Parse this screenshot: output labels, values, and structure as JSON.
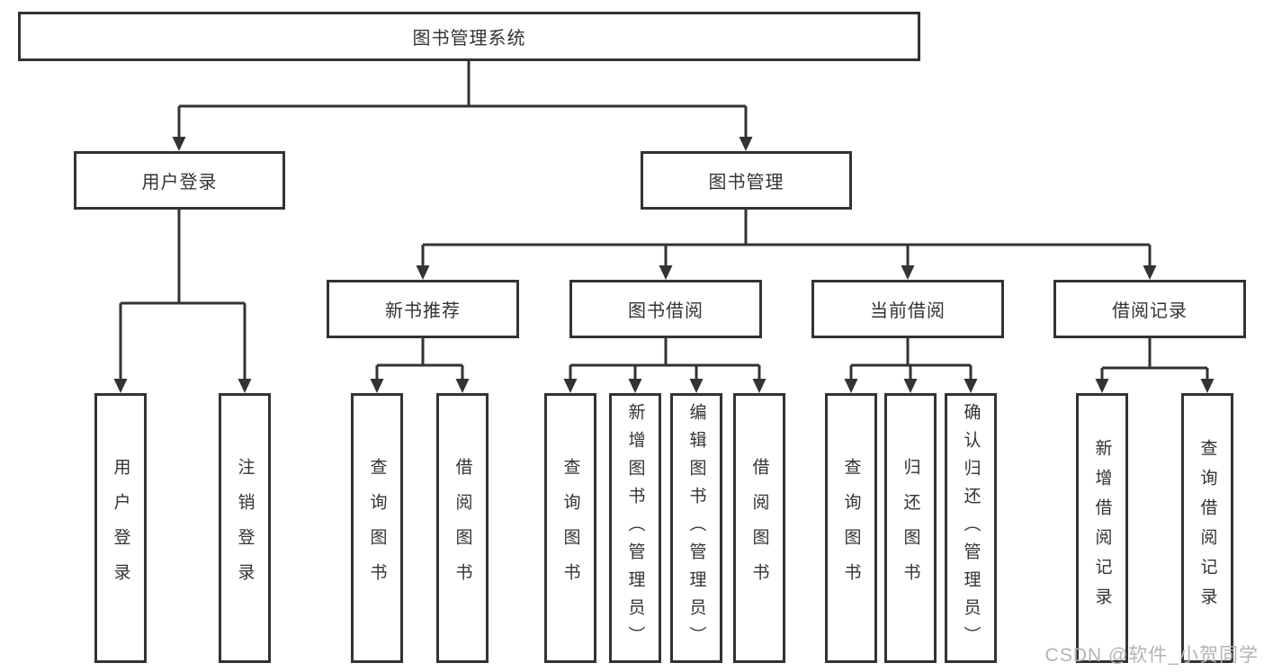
{
  "tree": {
    "label": "图书管理系统",
    "children": [
      {
        "id": "user-login-group",
        "label": "用户登录",
        "children": [
          {
            "id": "user-login",
            "label": "用户登录"
          },
          {
            "id": "logout",
            "label": "注销登录"
          }
        ]
      },
      {
        "id": "book-mgmt-group",
        "label": "图书管理",
        "children": [
          {
            "id": "new-book-rec",
            "label": "新书推荐",
            "children": [
              {
                "id": "nbr-query",
                "label": "查询图书"
              },
              {
                "id": "nbr-borrow",
                "label": "借阅图书"
              }
            ]
          },
          {
            "id": "book-borrow",
            "label": "图书借阅",
            "children": [
              {
                "id": "bb-query",
                "label": "查询图书"
              },
              {
                "id": "bb-add",
                "label": "新增图书（管理员）"
              },
              {
                "id": "bb-edit",
                "label": "编辑图书（管理员）"
              },
              {
                "id": "bb-borrow",
                "label": "借阅图书"
              }
            ]
          },
          {
            "id": "current-borrow",
            "label": "当前借阅",
            "children": [
              {
                "id": "cb-query",
                "label": "查询图书"
              },
              {
                "id": "cb-return",
                "label": "归还图书"
              },
              {
                "id": "cb-confirm",
                "label": "确认归还（管理员）"
              }
            ]
          },
          {
            "id": "borrow-records",
            "label": "借阅记录",
            "children": [
              {
                "id": "br-add",
                "label": "新增借阅记录"
              },
              {
                "id": "br-query",
                "label": "查询借阅记录"
              }
            ]
          }
        ]
      }
    ]
  },
  "watermark": {
    "text": "CSDN @软件_小贺同学"
  },
  "colors": {
    "line": "#333333",
    "box_border": "#333333",
    "text": "#333333",
    "watermark": "#b3b3b3",
    "background": "#ffffff"
  }
}
